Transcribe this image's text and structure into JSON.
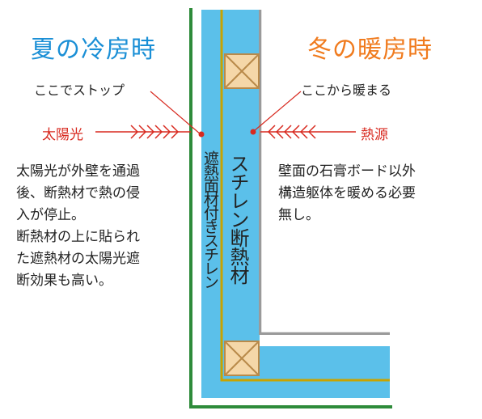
{
  "left": {
    "title": "夏の冷房時",
    "callout": "ここでストップ",
    "source_label": "太陽光",
    "description": [
      "太陽光が外壁を通過",
      "後、断熱材で熱の侵",
      "入が停止。",
      "断熱材の上に貼られ",
      "た遮熱材の太陽光遮",
      "断効果も高い。"
    ]
  },
  "right": {
    "title": "冬の暖房時",
    "callout": "ここから暖まる",
    "source_label": "熱源",
    "description": [
      "壁面の石膏ボード以外",
      "構造躯体を暖める必要",
      "無し。"
    ]
  },
  "materials": {
    "reflective_foam": "遮熱面材付きスチレン",
    "foam": "スチレン断熱材"
  },
  "colors": {
    "summer": "#1a8fd6",
    "winter": "#f07b1e",
    "accent_red": "#d8291f",
    "insulation": "#5bc0ea",
    "outer_wall": "#2e8b3a",
    "foil": "#c8a300",
    "beam": "#f5d7a8"
  }
}
